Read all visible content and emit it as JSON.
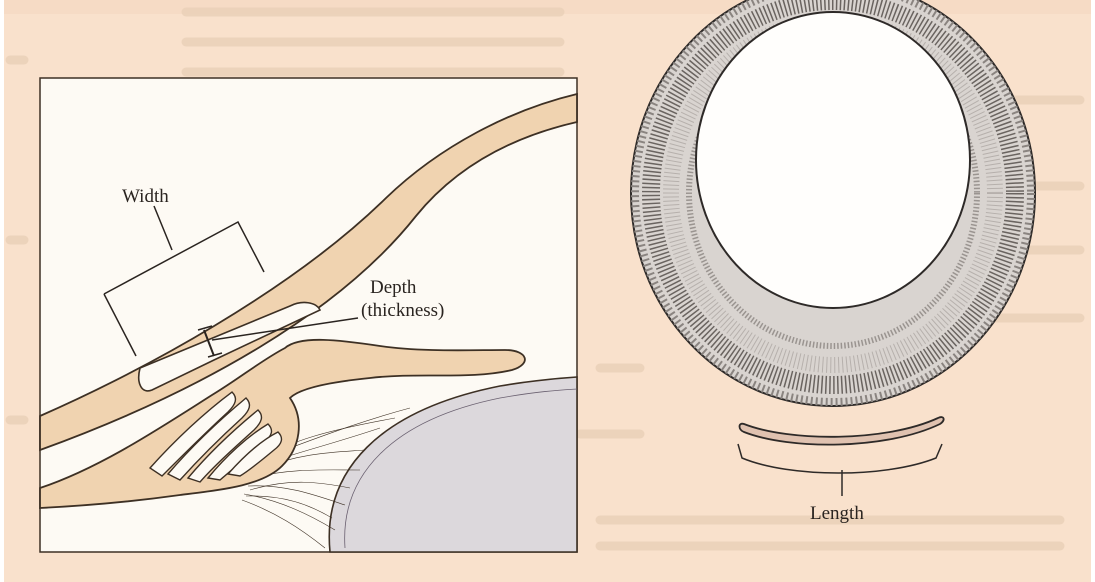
{
  "labels": {
    "width": "Width",
    "depth": "Depth",
    "thickness": "(thickness)",
    "length": "Length"
  },
  "colors": {
    "page": "#f9e1cc",
    "panel": "#fdfaf4",
    "tissue": "#f0d3b0",
    "tissue_outline": "#3d3024",
    "lens": "#dcd8dc",
    "ink": "#2a2420"
  },
  "icons": [
    "cornea-limbus-cross-section",
    "ciliary-body",
    "lens",
    "limbus-ring",
    "ring-segment"
  ]
}
